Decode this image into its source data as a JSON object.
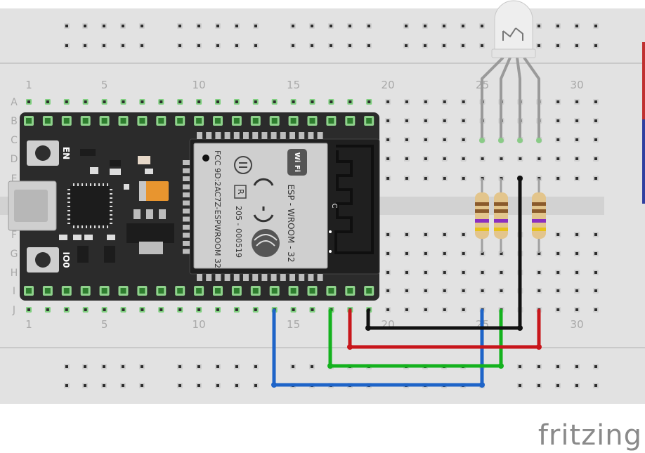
{
  "breadboard": {
    "column_numbers": [
      "1",
      "5",
      "10",
      "15",
      "20",
      "25",
      "30"
    ],
    "row_letters": [
      "A",
      "B",
      "C",
      "D",
      "E",
      "F",
      "G",
      "H",
      "I",
      "J"
    ]
  },
  "board": {
    "module_label_1": "ESP - WROOM - 32",
    "module_label_2": "205 - 000519",
    "module_label_3": "FCC 9D:2AC7Z-ESPWROOM 32",
    "wifi_logo_text": "Wi Fi",
    "r_mark": "R",
    "button_en_label": "EN",
    "button_io0_label": "IO0",
    "antenna_label": "C"
  },
  "wires": [
    {
      "name": "wire-black",
      "color": "#111111"
    },
    {
      "name": "wire-red",
      "color": "#c8161b"
    },
    {
      "name": "wire-green",
      "color": "#14b21e"
    },
    {
      "name": "wire-blue",
      "color": "#1e64c8"
    }
  ],
  "components": {
    "led": "rgb-led",
    "resistors": [
      "resistor-1",
      "resistor-2",
      "resistor-3"
    ]
  },
  "brand": "fritzing"
}
